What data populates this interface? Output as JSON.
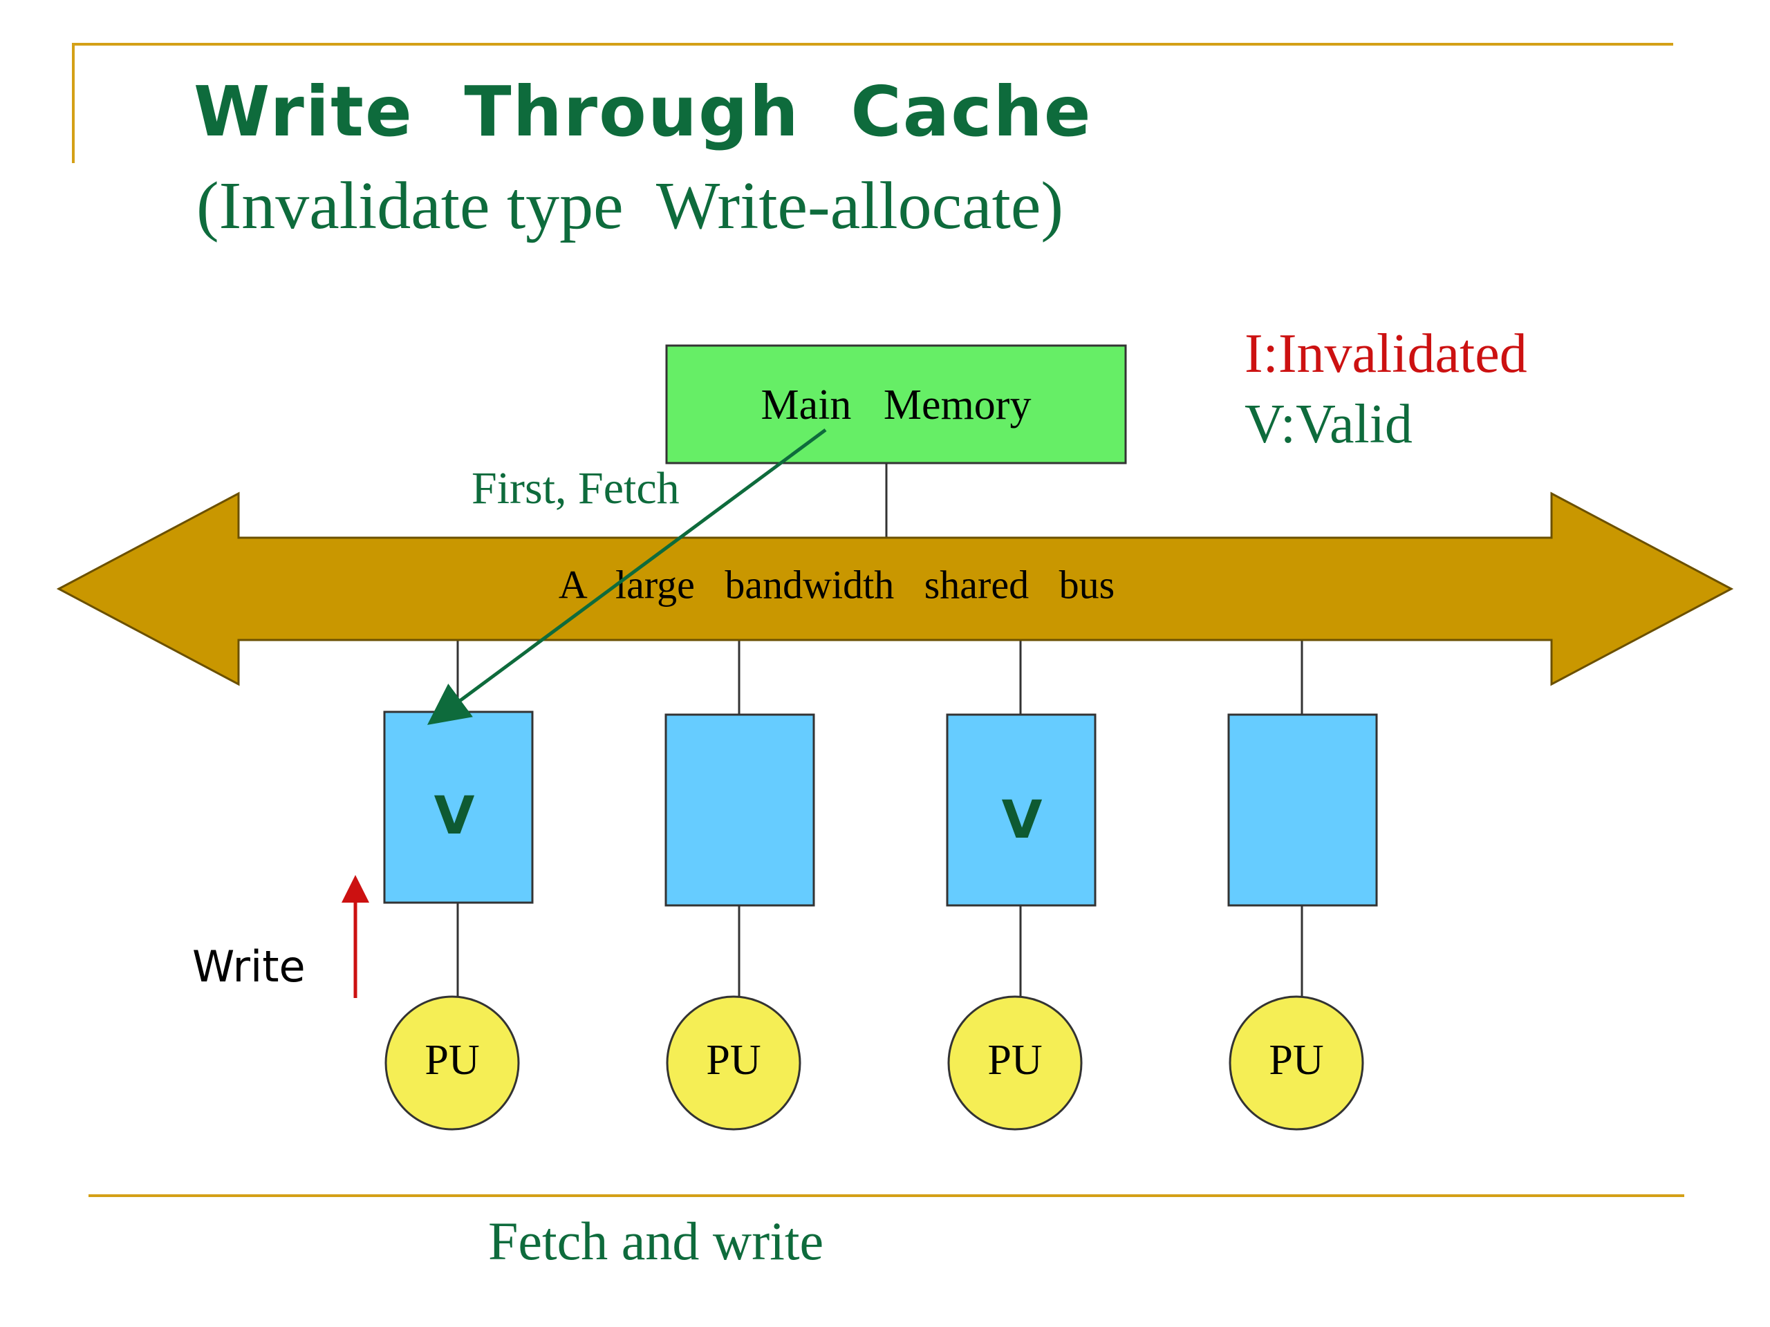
{
  "slide": {
    "title": "Write  Through  Cache",
    "subtitle": "(Invalidate type  Write-allocate)",
    "footer": "Fetch and write"
  },
  "legend": {
    "invalidated": "I:Invalidated",
    "valid": "V:Valid"
  },
  "memory": {
    "label": "Main   Memory"
  },
  "bus": {
    "label": "A   large   bandwidth   shared   bus"
  },
  "annotations": {
    "fetch": "First, Fetch",
    "write": "Write"
  },
  "caches": [
    {
      "state": "V"
    },
    {
      "state": ""
    },
    {
      "state": "V"
    },
    {
      "state": ""
    }
  ],
  "pus": [
    {
      "label": "PU"
    },
    {
      "label": "PU"
    },
    {
      "label": "PU"
    },
    {
      "label": "PU"
    }
  ],
  "colors": {
    "title": "#0e6b3c",
    "accent_line": "#d4a017",
    "bus": "#c99700",
    "memory": "#66ee66",
    "cache": "#66ccff",
    "pu": "#f5ee55",
    "invalid": "#cc1111",
    "valid": "#0e6b3c"
  }
}
